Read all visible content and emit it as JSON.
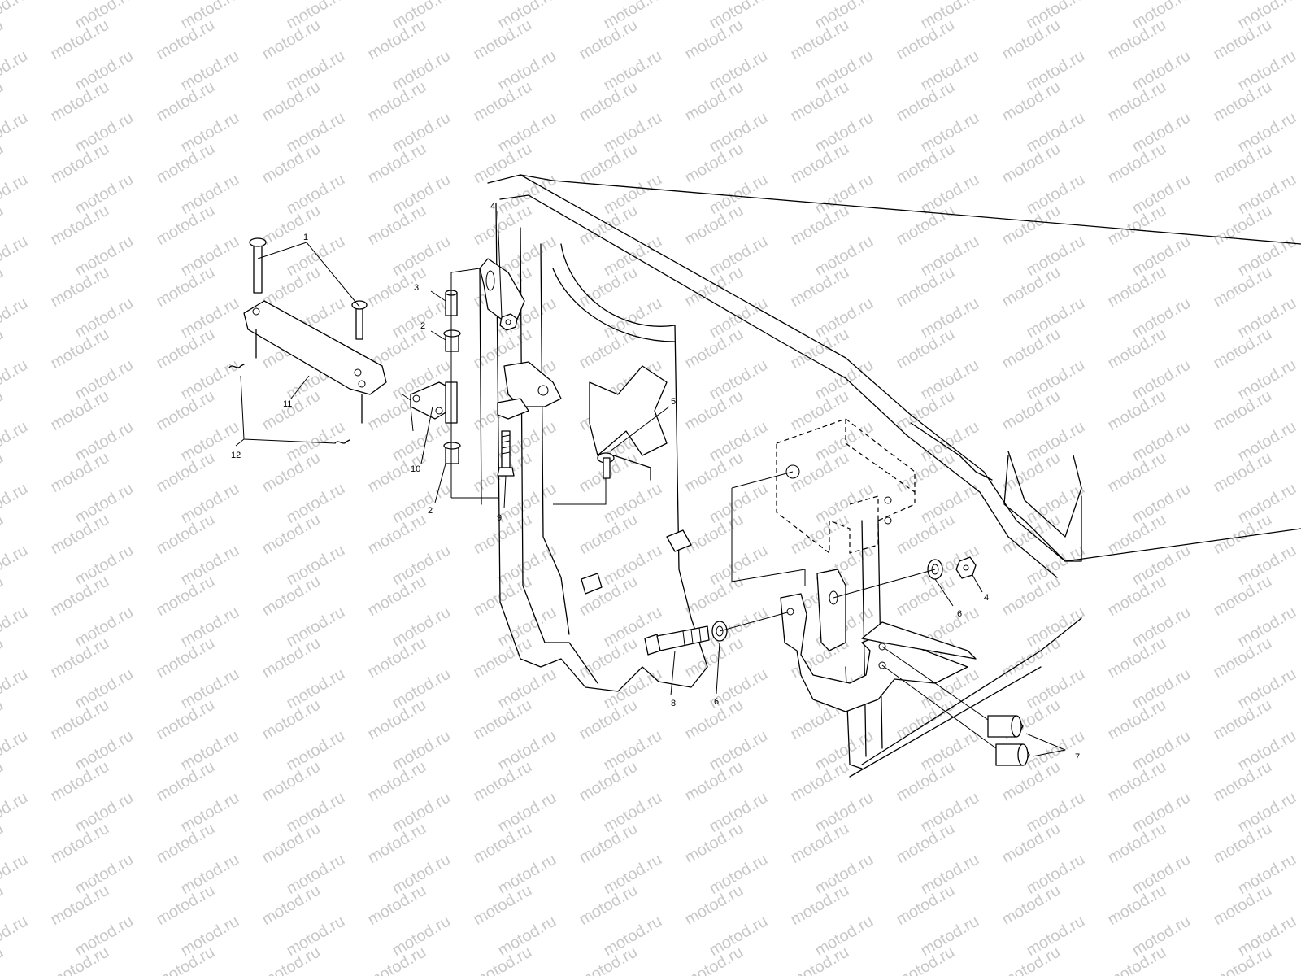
{
  "watermark": {
    "text": "motod.ru"
  },
  "callouts": [
    {
      "id": "c1",
      "label": "1"
    },
    {
      "id": "c3",
      "label": "3"
    },
    {
      "id": "c4a",
      "label": "4"
    },
    {
      "id": "c2a",
      "label": "2"
    },
    {
      "id": "c11",
      "label": "11"
    },
    {
      "id": "c12",
      "label": "12"
    },
    {
      "id": "c10",
      "label": "10"
    },
    {
      "id": "c2b",
      "label": "2"
    },
    {
      "id": "c9",
      "label": "9"
    },
    {
      "id": "c5",
      "label": "5"
    },
    {
      "id": "c6a",
      "label": "6"
    },
    {
      "id": "c4b",
      "label": "4"
    },
    {
      "id": "c8",
      "label": "8"
    },
    {
      "id": "c6b",
      "label": "6"
    },
    {
      "id": "c7",
      "label": "7"
    }
  ]
}
